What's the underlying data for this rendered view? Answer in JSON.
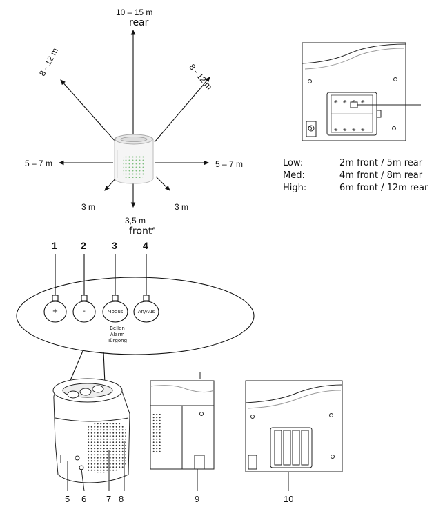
{
  "range_diagram": {
    "rear_distance": "10 – 15 m",
    "rear_label": "rear",
    "front_distance": "3,5 m",
    "front_label": "front",
    "front_superscript": "e",
    "upper_left": "8 - 12 m",
    "upper_right": "8 - 12 m",
    "left": "5 – 7 m",
    "right": "5 – 7 m",
    "lower_left": "3 m",
    "lower_right": "3 m"
  },
  "volume_levels": [
    {
      "level": "Low:",
      "value": "2m front / 5m rear"
    },
    {
      "level": "Med:",
      "value": "4m front / 8m rear"
    },
    {
      "level": "High:",
      "value": "6m front / 12m rear"
    }
  ],
  "buttons": [
    {
      "number": "1",
      "label": "+"
    },
    {
      "number": "2",
      "label": "-"
    },
    {
      "number": "3",
      "label": "Modus"
    },
    {
      "number": "4",
      "label": "An/Aus"
    }
  ],
  "mode_options": [
    "Bellen",
    "Alarm",
    "Türgong"
  ],
  "callouts": [
    "5",
    "6",
    "7",
    "8",
    "9",
    "10"
  ]
}
